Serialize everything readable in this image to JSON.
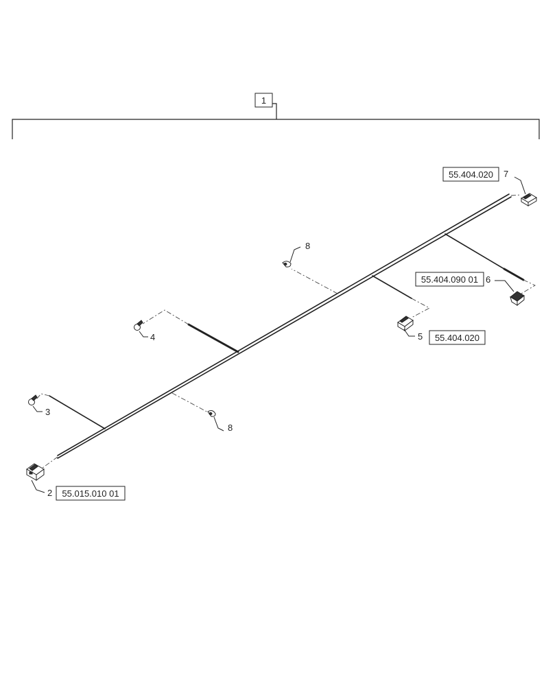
{
  "assembly": {
    "item": "1"
  },
  "callouts": {
    "c2": {
      "item": "2",
      "ref": "55.015.010 01"
    },
    "c3": {
      "item": "3"
    },
    "c4": {
      "item": "4"
    },
    "c5": {
      "item": "5",
      "ref": "55.404.020"
    },
    "c6": {
      "item": "6",
      "ref": "55.404.090 01"
    },
    "c7": {
      "item": "7",
      "ref": "55.404.020"
    },
    "c8a": {
      "item": "8"
    },
    "c8b": {
      "item": "8"
    }
  }
}
